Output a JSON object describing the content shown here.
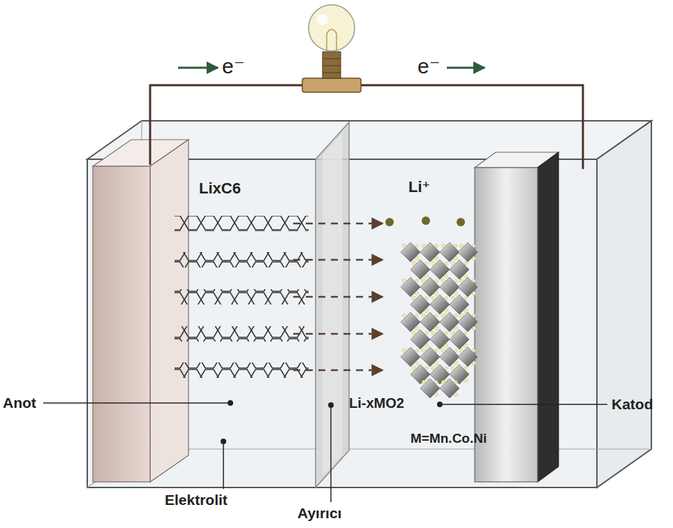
{
  "diagram": {
    "labels": [
      "e⁻",
      "e⁻",
      "LixC6",
      "Li⁺",
      "Li-xMO2",
      "Anot",
      "Katod",
      "Elektrolit",
      "Ayırıcı",
      "M=Mn.Co.Ni"
    ]
  }
}
